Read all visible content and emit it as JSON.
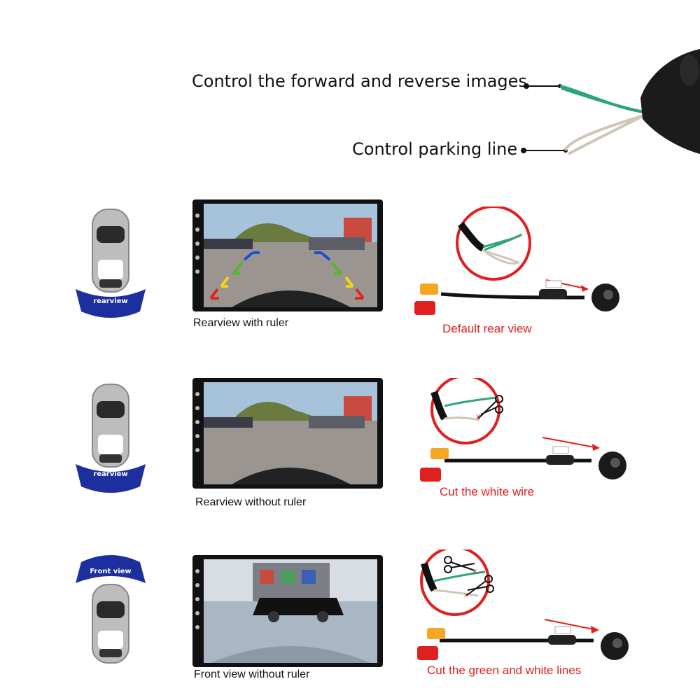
{
  "header": {
    "forward_reverse_label": "Control the forward and reverse images",
    "parking_line_label": "Control parking line"
  },
  "rows": [
    {
      "fan_label": "rearview",
      "screen_caption": "Rearview with ruler",
      "action_caption": "Default rear view",
      "has_ruler": true
    },
    {
      "fan_label": "rearview",
      "screen_caption": "Rearview without ruler",
      "action_caption": "Cut the white wire",
      "has_ruler": false
    },
    {
      "fan_label": "Front view",
      "screen_caption": "Front view without ruler",
      "action_caption": "Cut the green and white lines",
      "has_ruler": false
    }
  ],
  "colors": {
    "fan_blue": "#1d2f9e",
    "caption_red": "#e0201f",
    "wire_green": "#2fa37a",
    "wire_white": "#d9d2c3",
    "arrow_red": "#e0201f"
  }
}
